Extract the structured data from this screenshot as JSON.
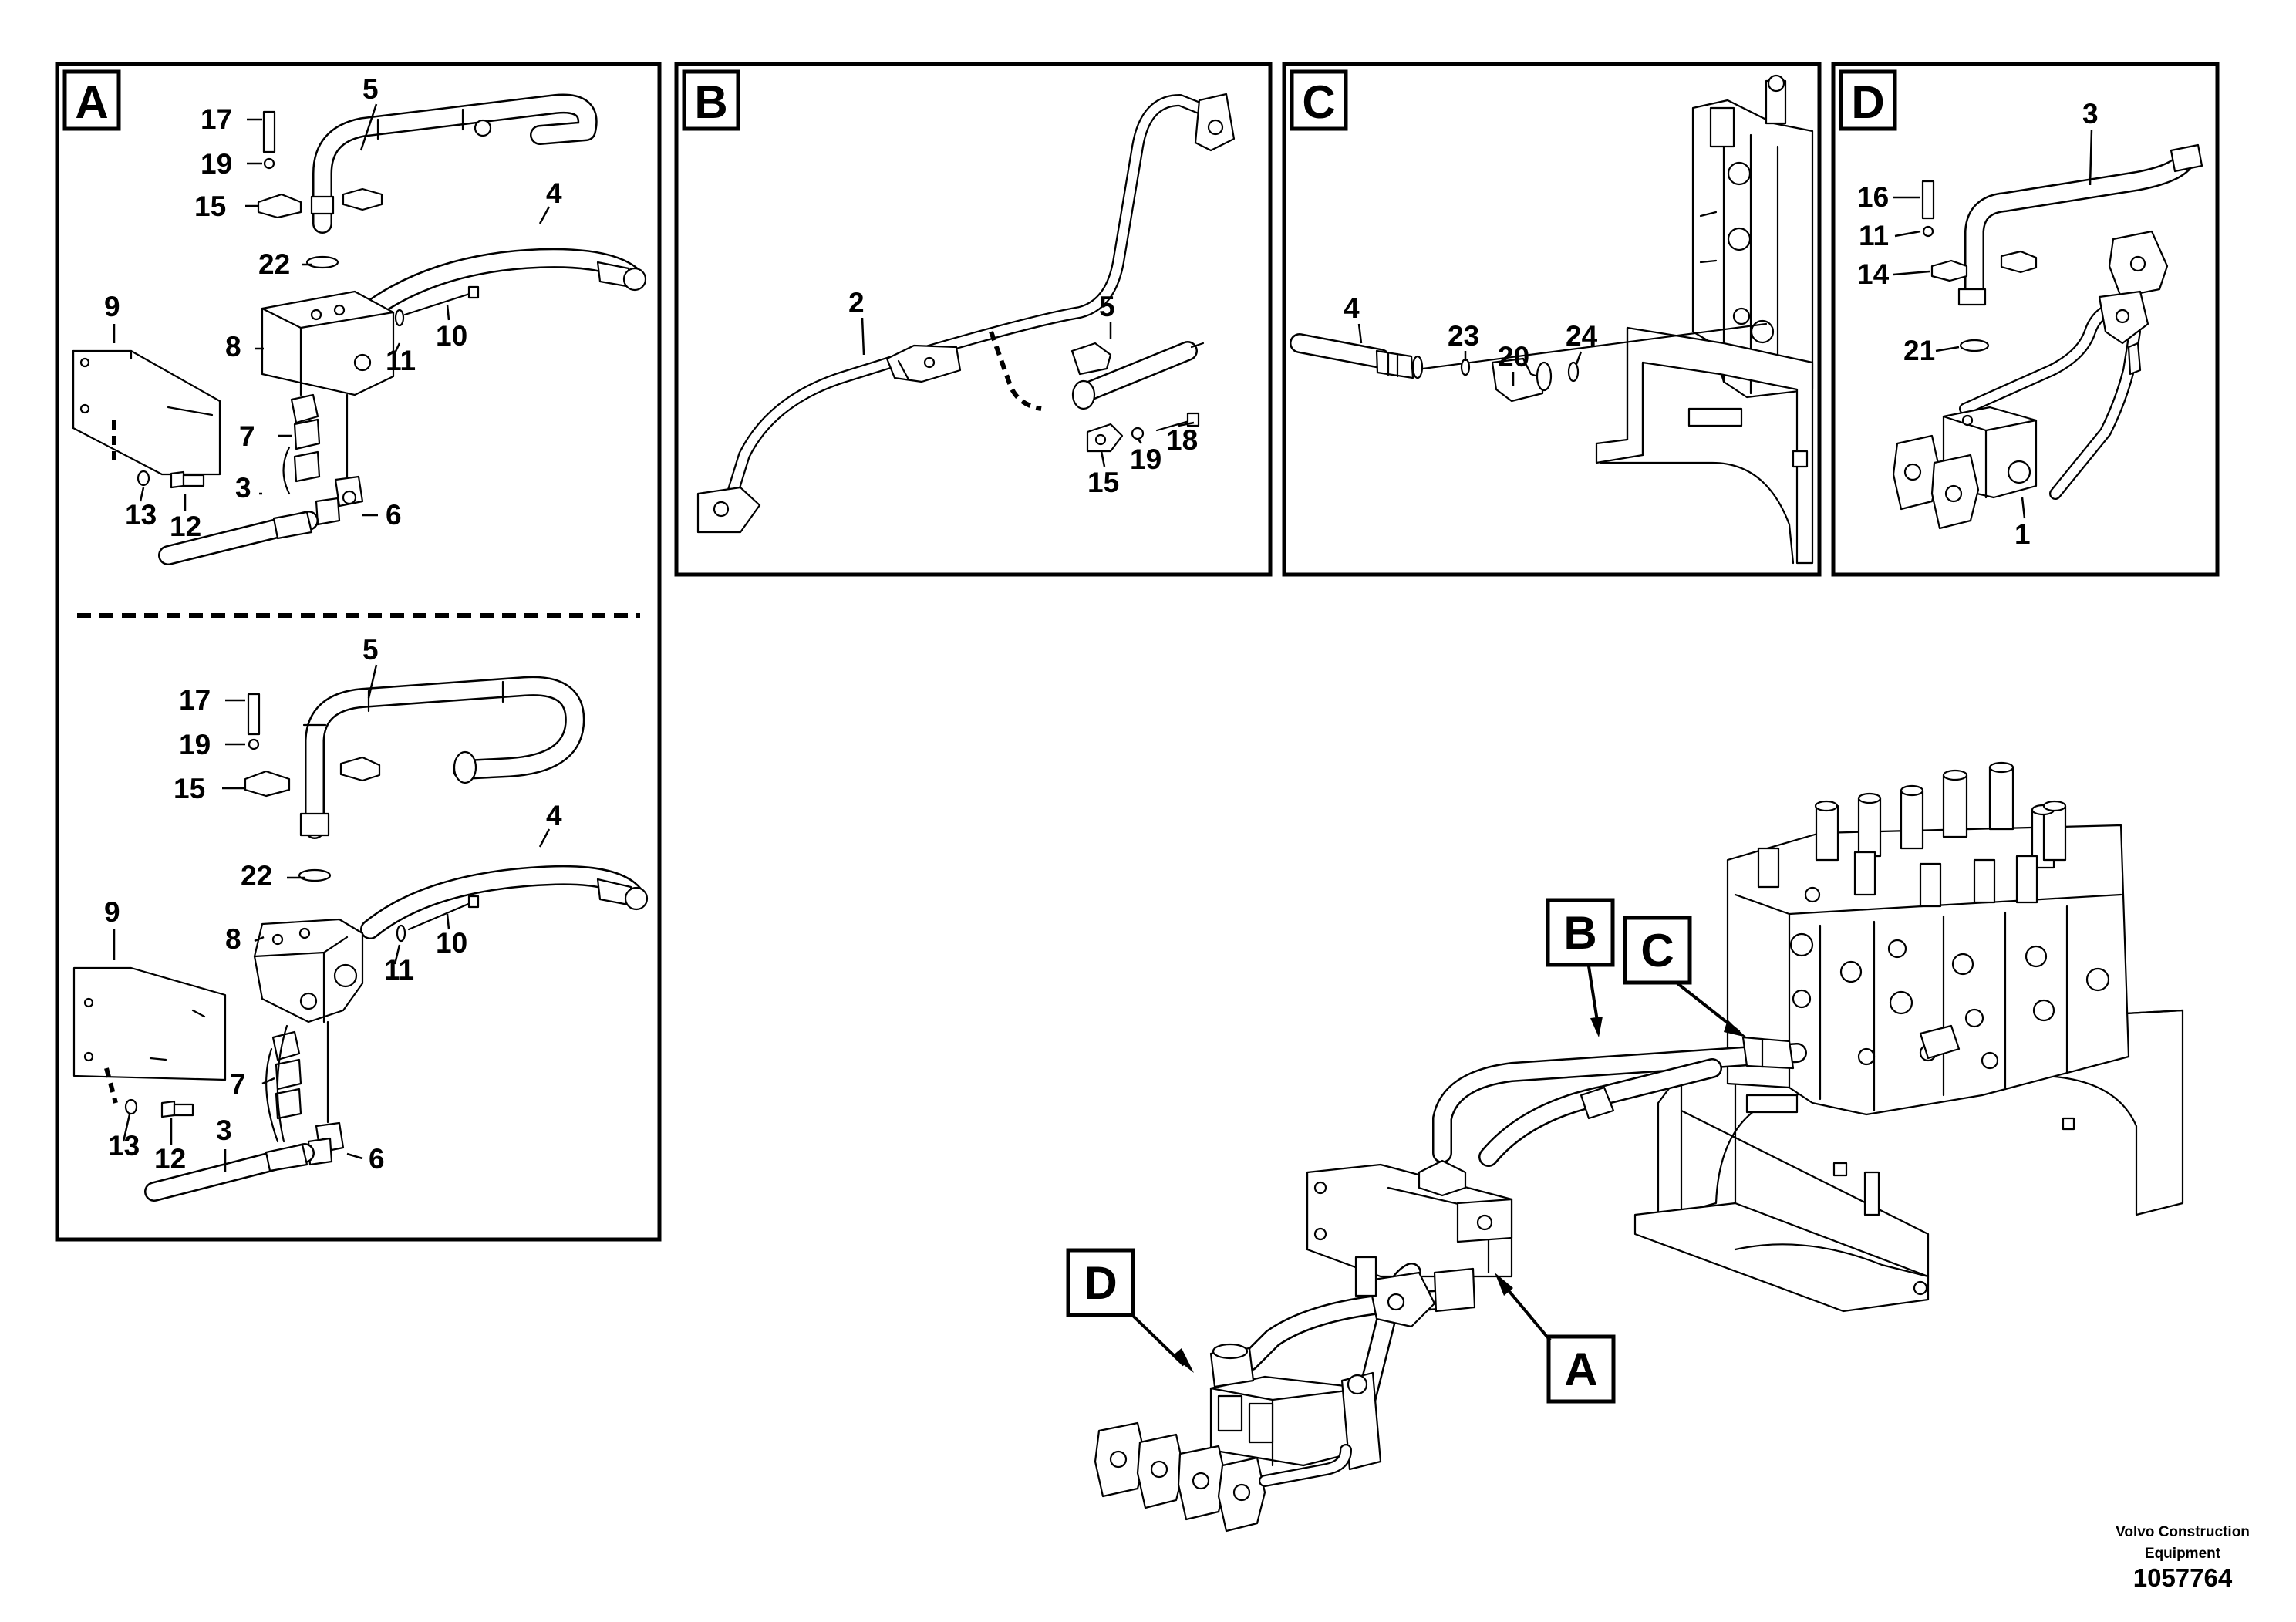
{
  "panels": {
    "A": {
      "tag": "A",
      "parts": [
        "17",
        "19",
        "15",
        "5",
        "22",
        "4",
        "9",
        "8",
        "11",
        "10",
        "7",
        "3",
        "6",
        "13",
        "12"
      ],
      "parts2": [
        "5",
        "17",
        "19",
        "15",
        "4",
        "22",
        "9",
        "8",
        "11",
        "10",
        "7",
        "13",
        "12",
        "3",
        "6"
      ]
    },
    "B": {
      "tag": "B",
      "parts": [
        "2",
        "5",
        "18",
        "19",
        "15"
      ]
    },
    "C": {
      "tag": "C",
      "parts": [
        "4",
        "23",
        "20",
        "24"
      ]
    },
    "D": {
      "tag": "D",
      "parts": [
        "3",
        "16",
        "11",
        "14",
        "21",
        "1"
      ]
    }
  },
  "callouts": {
    "A": "A",
    "B": "B",
    "C": "C",
    "D": "D"
  },
  "credit": {
    "line1": "Volvo Construction",
    "line2": "Equipment"
  },
  "document_number": "1057764"
}
